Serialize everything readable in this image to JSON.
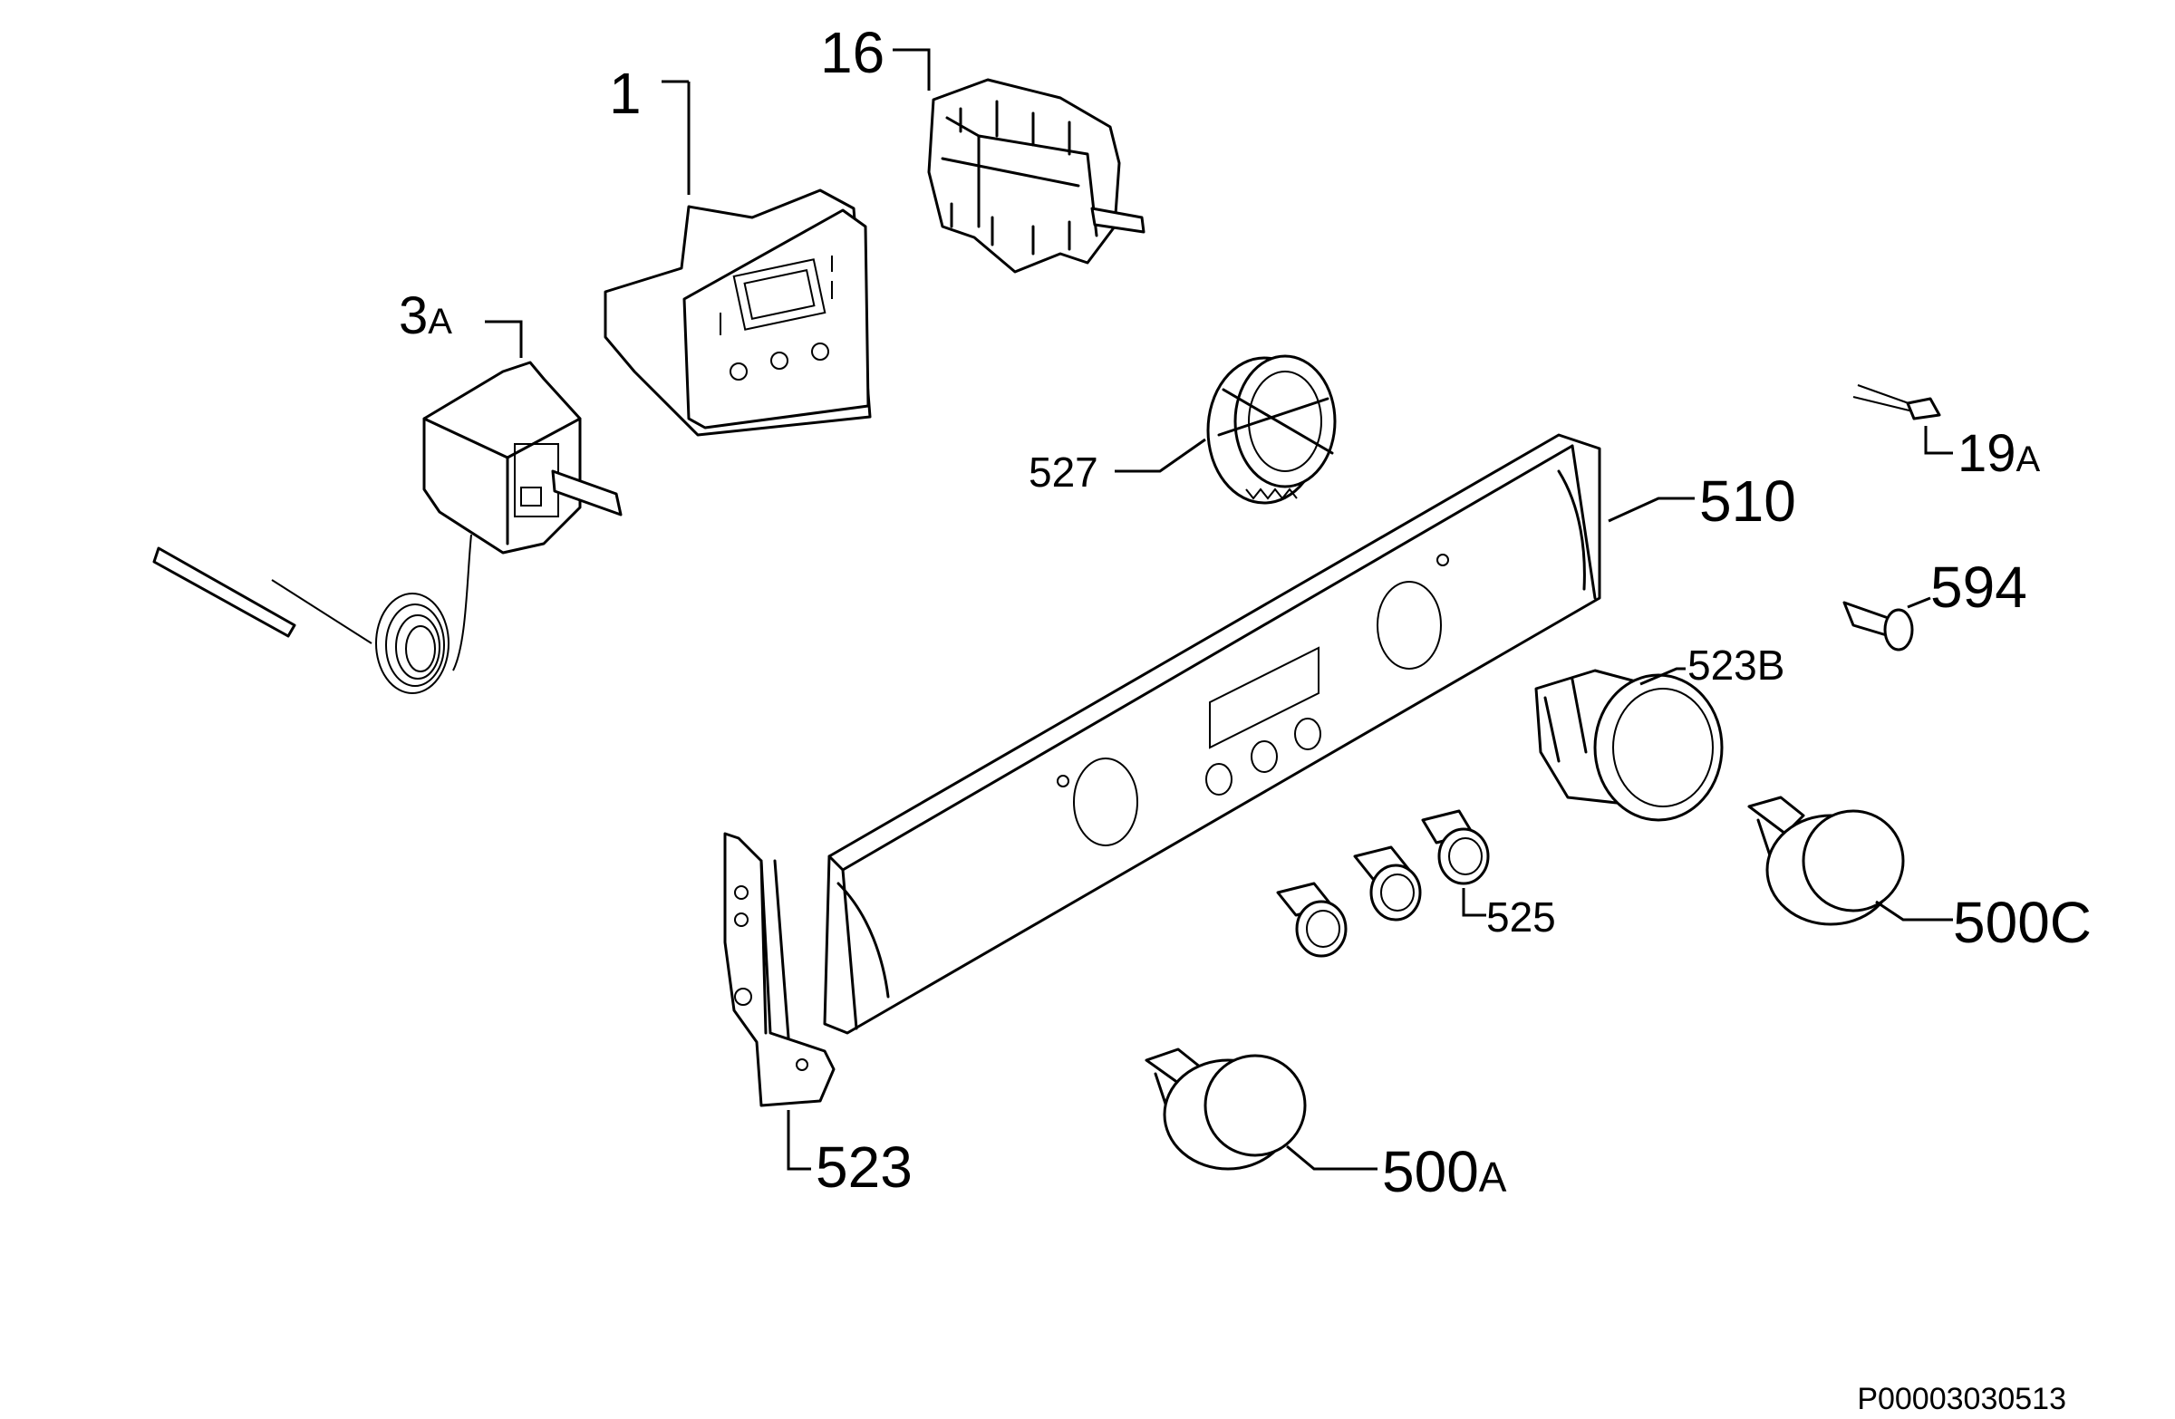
{
  "labels": {
    "p1": "1",
    "p16": "16",
    "p3a_num": "3",
    "p3a_suf": "A",
    "p527": "527",
    "p510": "510",
    "p19a_num": "19",
    "p19a_suf": "A",
    "p594": "594",
    "p523b": "523B",
    "p525": "525",
    "p500c": "500C",
    "p523": "523",
    "p500a_num": "500",
    "p500a_suf": "A"
  },
  "reference_code": "P00003030513"
}
